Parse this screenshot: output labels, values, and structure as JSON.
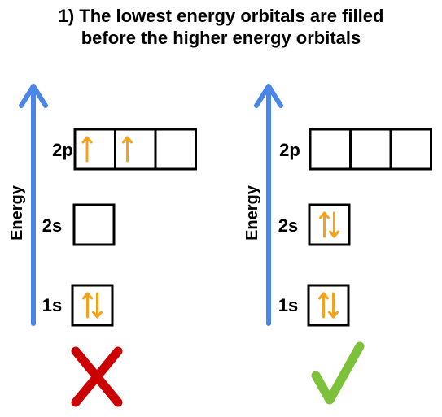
{
  "title": {
    "line1": "1) The lowest energy orbitals are filled",
    "line2": "before the higher energy orbitals"
  },
  "axis_label": "Energy",
  "orbital_labels": {
    "o1s": "1s",
    "o2s": "2s",
    "o2p": "2p"
  },
  "colors": {
    "axis": "#4a86e8",
    "electron": "#f6a219",
    "wrong_mark": "#cc0000",
    "right_mark": "#7dc13b",
    "box_stroke": "#000000"
  },
  "diagrams": [
    {
      "verdict": "incorrect",
      "icon": "cross-icon",
      "orbitals": {
        "o1s": [
          [
            "up",
            "down"
          ]
        ],
        "o2s": [
          []
        ],
        "o2p": [
          [
            "up"
          ],
          [
            "up"
          ],
          []
        ]
      }
    },
    {
      "verdict": "correct",
      "icon": "checkmark-icon",
      "orbitals": {
        "o1s": [
          [
            "up",
            "down"
          ]
        ],
        "o2s": [
          [
            "up",
            "down"
          ]
        ],
        "o2p": [
          [],
          [],
          []
        ]
      }
    }
  ]
}
